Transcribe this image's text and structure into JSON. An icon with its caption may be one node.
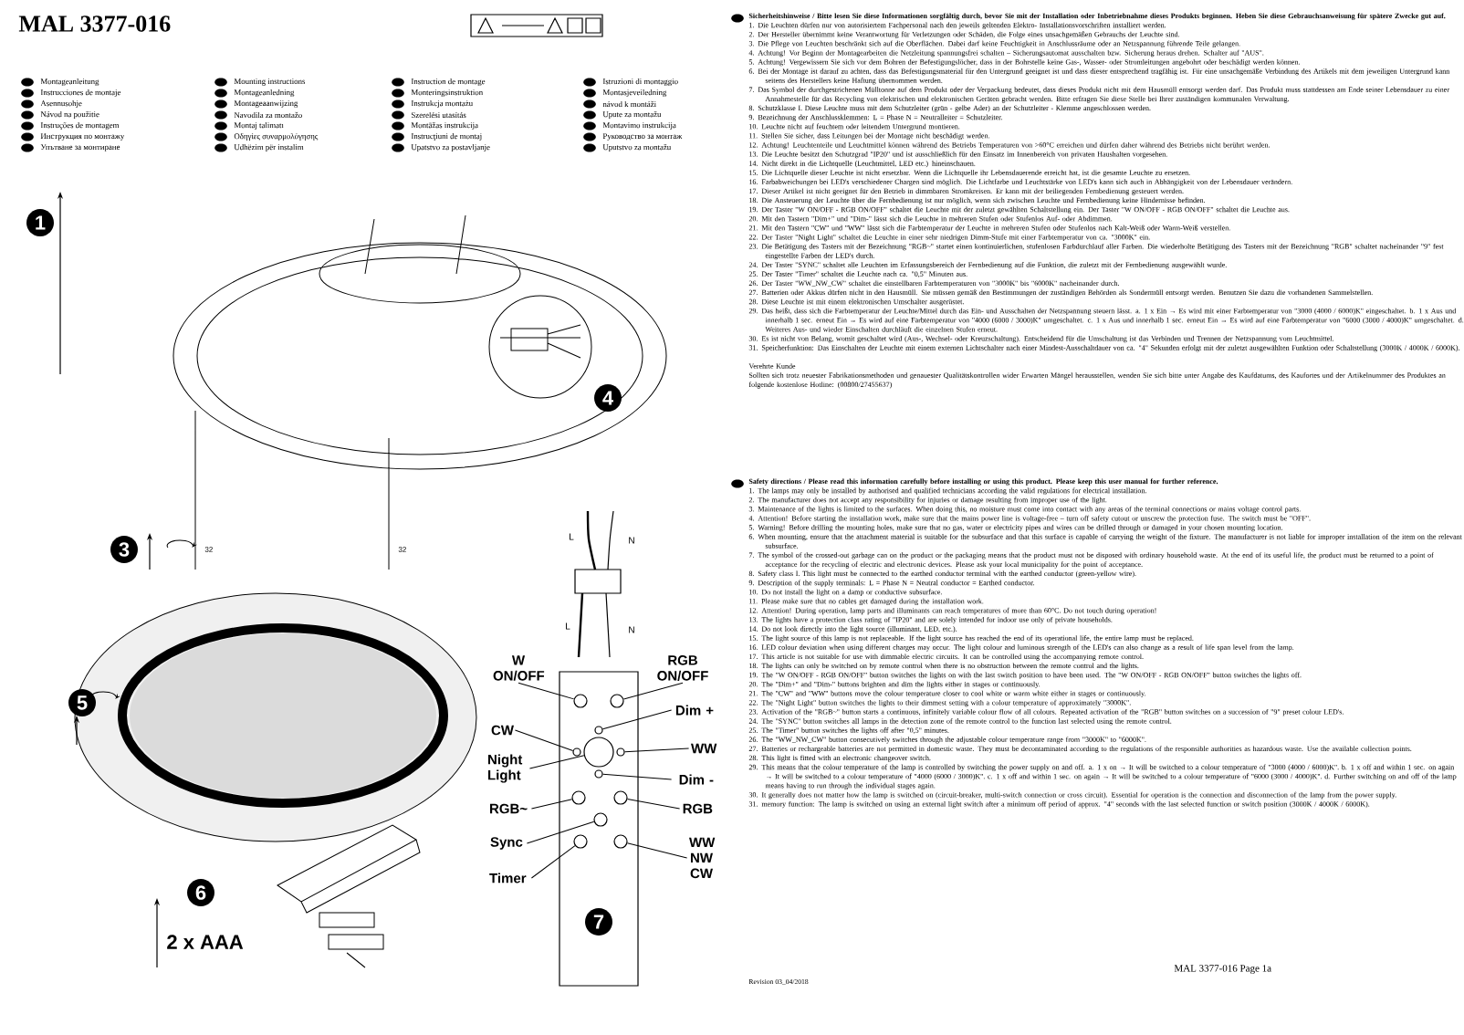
{
  "diagram": {
    "title": "MAL 3377-016",
    "nodes": [
      {
        "text": [],
        "shape": "box"
      },
      {
        "text": [],
        "shape": "circle",
        "in": 0
      },
      {
        "text": [],
        "shape": "circle",
        "in": 0
      },
      {
        "text": [],
        "shape": "circle",
        "in": 0
      },
      {
        "text": [],
        "shape": "circle",
        "in": 0
      },
      {
        "text": [],
        "shape": "circle",
        "in": 0
      },
      {
        "text": [],
        "shape": "circle",
        "in": 0
      },
      {
        "text": [],
        "shape": "circle",
        "in": 0
      },
      {
        "text": [],
        "shape": "circle",
        "in": 0
      },
      {
        "text": [],
        "shape": "circle",
        "in": 0
      },
      {
        "text": [],
        "shape": "circle",
        "in": 0
      },
      {
        "text": [],
        "shape": "circle",
        "in": 0
      },
      {
        "text": [],
        "shape": "circle",
        "in": 0
      },
      {
        "text": [
          "W ON/OFF"
        ]
      },
      {
        "text": [
          "RGB ON/OFF"
        ]
      },
      {
        "text": [
          "Dim +"
        ]
      },
      {
        "text": [
          "CW"
        ]
      },
      {
        "text": [
          "Night Light"
        ]
      },
      {
        "text": [
          "WW"
        ]
      },
      {
        "text": [
          "Dim -"
        ]
      },
      {
        "text": [
          "RGB~"
        ]
      },
      {
        "text": [
          "RGB"
        ]
      },
      {
        "text": [
          "Sync"
        ]
      },
      {
        "text": [
          "Timer"
        ]
      },
      {
        "text": [
          "WW NW CW"
        ]
      }
    ],
    "edges": [
      {
        "from": 13,
        "to": 1,
        "arrow": "none"
      },
      {
        "from": 14,
        "to": 2,
        "arrow": "none"
      },
      {
        "from": 15,
        "to": 3,
        "arrow": "none"
      },
      {
        "from": 16,
        "to": 4,
        "arrow": "none"
      },
      {
        "from": 17,
        "to": 5,
        "arrow": "none"
      },
      {
        "from": 18,
        "to": 6,
        "arrow": "none"
      },
      {
        "from": 19,
        "to": 7,
        "arrow": "none"
      },
      {
        "from": 20,
        "to": 8,
        "arrow": "none"
      },
      {
        "from": 21,
        "to": 9,
        "arrow": "none"
      },
      {
        "from": 22,
        "to": 10,
        "arrow": "none"
      },
      {
        "from": 23,
        "to": 11,
        "arrow": "none"
      },
      {
        "from": 24,
        "to": 12,
        "arrow": "none"
      }
    ],
    "labels": [
      "Montageanleitung",
      "Mounting instructions",
      "Instruction de montage",
      "Istruzioni di montaggio",
      "Instrucciones de montaje",
      "Montageanledning",
      "Monteringsinstruktion",
      "Montasjeveiledning",
      "Asennusohje",
      "Montageaanwijzing",
      "Instrukcja montażu",
      "návod k montáži",
      "Návod na použitie",
      "Navodila za montažo",
      "Szerelési utasítás",
      "Upute za montažu",
      "Instruções de montagem",
      "Montaj talimatı",
      "Montāžas instrukcija",
      "Montavimo instrukcija",
      "Инструкция по монтажу",
      "Οδηγίες συναρμολόγησης",
      "Instrucţiuni de montaj",
      "Руководство за монтаж",
      "Упътване за монтиране",
      "Udhëzim për instalim",
      "Upatstvo za postavljanje",
      "Uputstvo za montažu",
      "1",
      "3",
      "4",
      "5",
      "6",
      "7",
      "32",
      "32",
      "L",
      "N",
      "L",
      "N",
      "2 x AAA",
      "Sicherheitshinweise / Bitte lesen Sie diese Informationen sorgfältig durch, bevor Sie mit der Installation oder Inbetriebnahme dieses Produkts beginnen. Heben Sie diese Gebrauchsanweisung für spätere Zwecke gut auf.",
      "1. Die Leuchten dürfen nur von autorisiertem Fachpersonal nach den jeweils geltenden Elektro- Installationsvorschriften installiert werden.",
      "2. Der Hersteller übernimmt keine Verantwortung für Verletzungen oder Schäden, die Folge eines unsachgemäßen Gebrauchs der Leuchte sind.",
      "3. Die Pflege von Leuchten beschränkt sich auf die Oberflächen. Dabei darf keine Feuchtigkeit in Anschlussräume oder an Netzspannung führende Teile gelangen.",
      "4. Achtung! Vor Beginn der Montagearbeiten die Netzleitung spannungsfrei schalten – Sicherungsautomat ausschalten bzw. Sicherung heraus drehen. Schalter auf \"AUS\".",
      "5. Achtung! Vergewissern Sie sich vor dem Bohren der Befestigungslöcher, dass in der Bohrstelle keine Gas-, Wasser- oder Stromleitungen angebohrt oder beschädigt werden können.",
      "6. Bei der Montage ist darauf zu achten, dass das Befestigungsmaterial für den Untergrund geeignet ist und dass dieser entsprechend tragfähig ist. Für eine unsachgemäße Verbindung des Artikels mit dem jeweiligen Untergrund kann seitens des Herstellers keine Haftung übernommen werden.",
      "7. Das Symbol der durchgestrichenen Mülltonne auf dem Produkt oder der Verpackung bedeutet, dass dieses Produkt nicht mit dem Hausmüll entsorgt werden darf. Das Produkt muss stattdessen am Ende seiner Lebensdauer zu einer Annahmestelle für das Recycling von elektrischen und elektronischen Geräten gebracht werden. Bitte erfragen Sie diese Stelle bei Ihrer zuständigen kommunalen Verwaltung.",
      "8. Schutzklasse I. Diese Leuchte muss mit dem Schutzleiter (grün - gelbe Ader) an der Schutzleiter - Klemme angeschlossen werden.",
      "9. Bezeichnung der Anschlussklemmen: L = Phase N = Neutralleiter = Schutzleiter.",
      "10. Leuchte nicht auf feuchtem oder leitendem Untergrund montieren.",
      "11. Stellen Sie sicher, dass Leitungen bei der Montage nicht beschädigt werden.",
      "12. Achtung! Leuchtenteile und Leuchtmittel können während des Betriebs Temperaturen von >60°C erreichen und dürfen daher während des Betriebs nicht berührt werden.",
      "13. Die Leuchte besitzt den Schutzgrad \"IP20\" und ist ausschließlich für den Einsatz im Innenbereich von privaten Haushalten vorgesehen.",
      "14. Nicht direkt in die Lichtquelle (Leuchtmittel, LED etc.) hineinschauen.",
      "15. Die Lichtquelle dieser Leuchte ist nicht ersetzbar. Wenn die Lichtquelle ihr Lebensdauerende erreicht hat, ist die gesamte Leuchte zu ersetzen.",
      "16. Farbabweichungen bei LED's verschiedener Chargen sind möglich. Die Lichtfarbe und Leuchtstärke von LED's kann sich auch in Abhängigkeit von der Lebensdauer verändern.",
      "17. Dieser Artikel ist nicht geeignet für den Betrieb in dimmbaren Stromkreisen. Er kann mit der beiliegenden Fernbedienung gesteuert werden.",
      "18. Die Ansteuerung der Leuchte über die Fernbedienung ist nur möglich, wenn sich zwischen Leuchte und Fernbedienung keine Hindernisse befinden.",
      "19. Der Taster \"W ON/OFF - RGB ON/OFF\" schaltet die Leuchte mit der zuletzt gewählten Schaltstellung ein. Der Taster \"W ON/OFF - RGB ON/OFF\" schaltet die Leuchte aus.",
      "20. Mit den Tastern \"Dim+\" und \"Dim-\" lässt sich die Leuchte in mehreren Stufen oder Stufenlos Auf- oder Abdimmen.",
      "21. Mit den Tastern \"CW\" und \"WW\" lässt sich die Farbtemperatur der Leuchte in mehreren Stufen oder Stufenlos nach Kalt-Weiß oder Warm-Weiß verstellen.",
      "22. Der Taster \"Night Light\" schaltet die Leuchte in einer sehr niedrigen Dimm-Stufe mit einer Farbtemperatur von ca. \"3000K\" ein.",
      "23. Die Betätigung des Tasters mit der Bezeichnung \"RGB~\" startet einen kontinuierlichen, stufenlosen Farbdurchlauf aller Farben. Die wiederholte Betätigung des Tasters mit der Bezeichnung \"RGB\" schaltet nacheinander \"9\" fest eingestellte Farben der LED's durch.",
      "24. Der Taster \"SYNC\" schaltet alle Leuchten im Erfassungsbereich der Fernbedienung auf die Funktion, die zuletzt mit der Fernbedienung ausgewählt wurde.",
      "25. Der Taster \"Timer\" schaltet die Leuchte nach ca. \"0,5\" Minuten aus.",
      "26. Der Taster \"WW_NW_CW\" schaltet die einstellbaren Farbtemperaturen von \"3000K\" bis \"6000K\" nacheinander durch.",
      "27. Batterien oder Akkus dürfen nicht in den Hausmüll. Sie müssen gemäß den Bestimmungen der zuständigen Behörden als Sondermüll entsorgt werden. Benutzen Sie dazu die vorhandenen Sammelstellen.",
      "28. Diese Leuchte ist mit einem elektronischen Umschalter ausgerüstet.",
      "29. Das heißt, dass sich die Farbtemperatur der Leuchte/Mittel durch das Ein- und Ausschalten der Netzspannung steuern lässt. a. 1 x Ein → Es wird mit einer Farbtemperatur von \"3000 (4000 / 6000)K\" eingeschaltet. b. 1 x Aus und innerhalb 1 sec. erneut Ein → Es wird auf eine Farbtemperatur von \"4000 (6000 / 3000)K\" umgeschaltet. c. 1 x Aus und innerhalb 1 sec. erneut Ein → Es wird auf eine Farbtemperatur von \"6000 (3000 / 4000)K\" umgeschaltet. d. Weiteres Aus- und wieder Einschalten durchläuft die einzelnen Stufen erneut.",
      "30. Es ist nicht von Belang, womit geschaltet wird (Aus-, Wechsel- oder Kreuzschaltung). Entscheidend für die Umschaltung ist das Verbinden und Trennen der Netzspannung vom Leuchtmittel.",
      "31. Speicherfunktion: Das Einschalten der Leuchte mit einem externen Lichtschalter nach einer Mindest-Ausschaltdauer von ca. \"4\" Sekunden erfolgt mit der zuletzt ausgewählten Funktion oder Schaltstellung (3000K / 4000K / 6000K).",
      "Verehrte Kunde",
      "Sollten sich trotz neuester Fabrikationsmethoden und genauester Qualitätskontrollen wider Erwarten Mängel herausstellen, wenden Sie sich bitte unter Angabe des Kaufdatums, des Kaufortes und der Artikelnummer des Produktes an folgende kostenlose Hotline: (00800/27455637)",
      "Safety directions / Please read this information carefully before installing or using this product. Please keep this user manual for further reference.",
      "1. The lamps may only be installed by authorised and qualified technicians according the valid regulations for electrical installation.",
      "2. The manufacturer does not accept any responsibility for injuries or damage resulting from improper use of the light.",
      "3. Maintenance of the lights is limited to the surfaces. When doing this, no moisture must come into contact with any areas of the terminal connections or mains voltage control parts.",
      "4. Attention! Before starting the installation work, make sure that the mains power line is voltage-free – turn off safety cutout or unscrew the protection fuse. The switch must be \"OFF\".",
      "5. Warning! Before drilling the mounting holes, make sure that no gas, water or electricity pipes and wires can be drilled through or damaged in your chosen mounting location.",
      "6. When mounting, ensure that the attachment material is suitable for the subsurface and that this surface is capable of carrying the weight of the fixture. The manufacturer is not liable for improper installation of the item on the relevant subsurface.",
      "7. The symbol of the crossed-out garbage can on the product or the packaging means that the product must not be disposed with ordinary household waste. At the end of its useful life, the product must be returned to a point of acceptance for the recycling of electric and electronic devices. Please ask your local municipality for the point of acceptance.",
      "8. Safety class I. This light must be connected to the earthed conductor terminal with the earthed conductor (green-yellow wire).",
      "9. Description of the supply terminals: L = Phase N = Neutral conductor = Earthed conductor.",
      "10. Do not install the light on a damp or conductive subsurface.",
      "11. Please make sure that no cables get damaged during the installation work.",
      "12. Attention! During operation, lamp parts and illuminants can reach temperatures of more than 60°C. Do not touch during operation!",
      "13. The lights have a protection class rating of \"IP20\" and are solely intended for indoor use only of private households.",
      "14. Do not look directly into the light source (illuminant, LED, etc.).",
      "15. The light source of this lamp is not replaceable. If the light source has reached the end of its operational life, the entire lamp must be replaced.",
      "16. LED colour deviation when using different charges may occur. The light colour and luminous strength of the LED's can also change as a result of life span level from the lamp.",
      "17. This article is not suitable for use with dimmable electric circuits. It can be controlled using the accompanying remote control.",
      "18. The lights can only be switched on by remote control when there is no obstruction between the remote control and the lights.",
      "19. The \"W ON/OFF - RGB ON/OFF\" button switches the lights on with the last switch position to have been used. The \"W ON/OFF - RGB ON/OFF\" button switches the lights off.",
      "20. The \"Dim+\" and \"Dim-\" buttons brighten and dim the lights either in stages or continuously.",
      "21. The \"CW\" and \"WW\" buttons move the colour temperature closer to cool white or warm white either in stages or continuously.",
      "22. The \"Night Light\" button switches the lights to their dimmest setting with a colour temperature of approximately \"3000K\".",
      "23. Activation of the \"RGB~\" button starts a continuous, infinitely variable colour flow of all colours. Repeated activation of the \"RGB\" button switches on a succession of \"9\" preset colour LED's.",
      "24. The \"SYNC\" button switches all lamps in the detection zone of the remote control to the function last selected using the remote control.",
      "25. The \"Timer\" button switches the lights off after \"0,5\" minutes.",
      "26. The \"WW_NW_CW\" button consecutively switches through the adjustable colour temperature range from \"3000K\" to \"6000K\".",
      "27. Batteries or rechargeable batteries are not permitted in domestic waste. They must be decontaminated according to the regulations of the responsible authorities as hazardous waste. Use the available collection points.",
      "28. This light is fitted with an electronic changeover switch.",
      "29. This means that the colour temperature of the lamp is controlled by switching the power supply on and off. a. 1 x on → It will be switched to a colour temperature of \"3000 (4000 / 6000)K\". b. 1 x off and within 1 sec. on again → It will be switched to a colour temperature of \"4000 (6000 / 3000)K\". c. 1 x off and within 1 sec. on again → It will be switched to a colour temperature of \"6000 (3000 / 4000)K\". d. Further switching on and off of the lamp means having to run through the individual stages again.",
      "30. It generally does not matter how the lamp is switched on (circuit-breaker, multi-switch connection or cross circuit). Essential for operation is the connection and disconnection of the lamp from the power supply.",
      "31. memory function: The lamp is switched on using an external light switch after a minimum off period of approx. \"4\" seconds with the last selected function or switch position (3000K / 4000K / 6000K).",
      "MAL 3377-016 Page 1a",
      "Revision 03_04/2018"
    ]
  }
}
